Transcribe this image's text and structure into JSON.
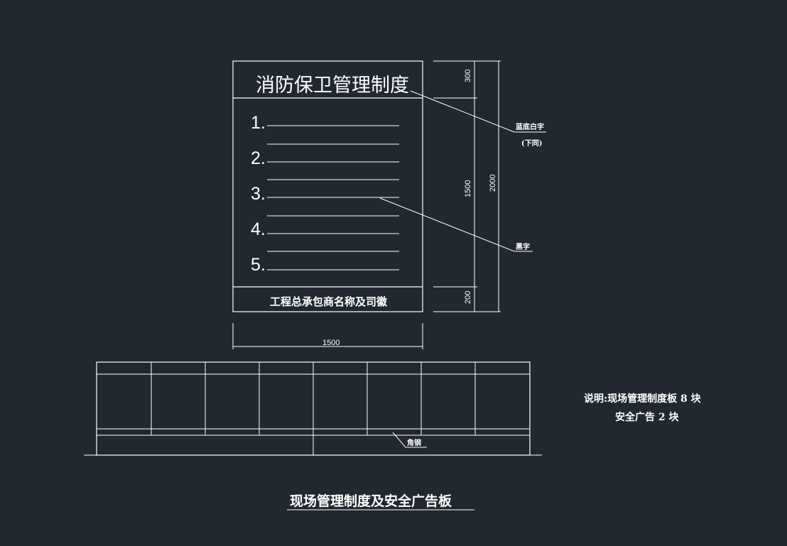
{
  "board": {
    "title": "消防保卫管理制度",
    "items": [
      "1.",
      "2.",
      "3.",
      "4.",
      "5."
    ],
    "footer": "工程总承包商名称及司徽"
  },
  "dimensions": {
    "top_band": "300",
    "middle_band": "1500",
    "total_height": "2000",
    "bottom_band": "200",
    "width": "1500"
  },
  "callouts": {
    "title_note": "蓝底白字",
    "title_note_sub": "(下同)",
    "items_note": "黑字",
    "base_note": "角钢"
  },
  "note": {
    "line1": "说明:现场管理制度板 8 块",
    "line2": "安全广告 2 块"
  },
  "drawing_title": "现场管理制度及安全广告板"
}
